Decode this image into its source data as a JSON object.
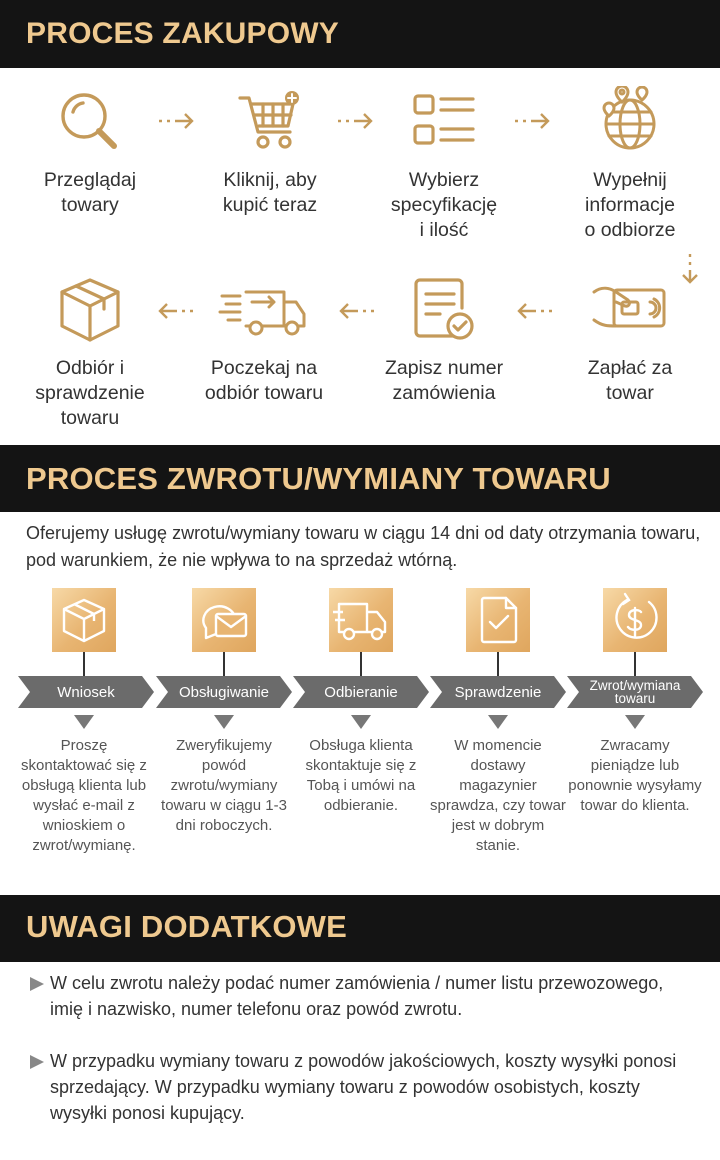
{
  "purchase": {
    "title": "PROCES ZAKUPOWY",
    "steps": [
      {
        "label": "Przeglądaj\ntowary",
        "icon": "magnifier-icon"
      },
      {
        "label": "Kliknij, aby\nkupić teraz",
        "icon": "shopping-cart-icon"
      },
      {
        "label": "Wybierz\nspecyfikację\ni ilość",
        "icon": "list-icon"
      },
      {
        "label": "Wypełnij\ninformacje\no odbiorze",
        "icon": "globe-location-icon"
      },
      {
        "label": "Zapłać za\ntowar",
        "icon": "card-payment-icon"
      },
      {
        "label": "Zapisz numer\nzamówienia",
        "icon": "document-check-icon"
      },
      {
        "label": "Poczekaj na\nodbiór towaru",
        "icon": "delivery-truck-icon"
      },
      {
        "label": "Odbiór i\nsprawdzenie\ntowaru",
        "icon": "package-box-icon"
      }
    ]
  },
  "returns": {
    "title": "PROCES ZWROTU/WYMIANY TOWARU",
    "intro": "Oferujemy usługę zwrotu/wymiany towaru w ciągu 14 dni od daty otrzymania towaru, pod warunkiem, że nie wpływa to na sprzedaż wtórną.",
    "steps": [
      {
        "tag": "Wniosek",
        "text": "Proszę skontaktować się z obsługą klienta lub wysłać e-mail z wnioskiem o zwrot/wymianę.",
        "icon": "box-icon"
      },
      {
        "tag": "Obsługiwanie",
        "text": "Zweryfikujemy powód zwrotu/wymiany towaru w ciągu 1-3 dni roboczych.",
        "icon": "mail-chat-icon"
      },
      {
        "tag": "Odbieranie",
        "text": "Obsługa klienta skontaktuje się z Tobą i umówi na odbieranie.",
        "icon": "truck-icon"
      },
      {
        "tag": "Sprawdzenie",
        "text": "W momencie dostawy magazynier sprawdza, czy towar jest w dobrym stanie.",
        "icon": "document-check-icon"
      },
      {
        "tag": "Zwrot/wymiana\ntowaru",
        "text": "Zwracamy pieniądze lub ponownie wysyłamy towar do klienta.",
        "icon": "refund-dollar-icon"
      }
    ]
  },
  "notes": {
    "title": "UWAGI DODATKOWE",
    "items": [
      "W celu zwrotu należy podać numer zamówienia / numer listu przewozowego, imię i nazwisko, numer telefonu oraz powód zwrotu.",
      "W przypadku wymiany towaru z powodów jakościowych, koszty wysyłki ponosi sprzedający. W przypadku wymiany towaru z powodów osobistych, koszty wysyłki ponosi kupujący."
    ]
  },
  "colors": {
    "accent": "#c49a5a",
    "header_bg": "#141414",
    "header_text": "#efc98f",
    "tag_bg": "#6b6b6b"
  }
}
